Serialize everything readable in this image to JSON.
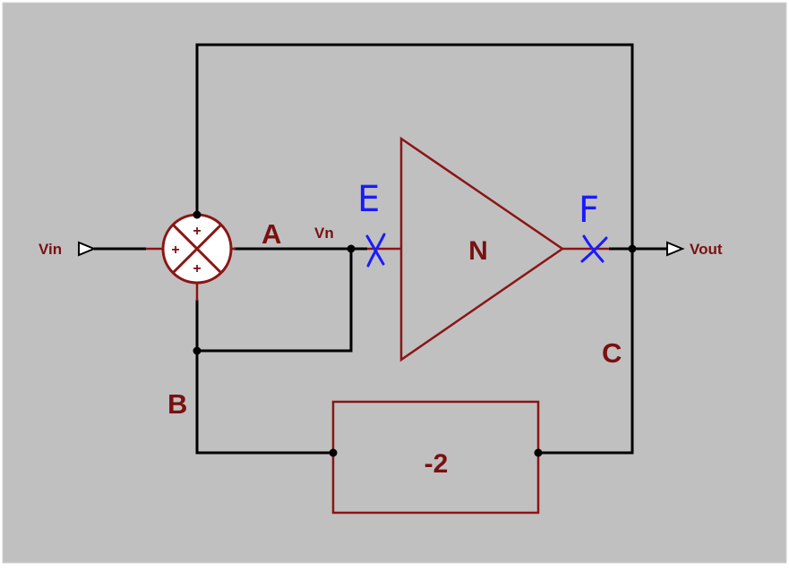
{
  "diagram": {
    "ports": {
      "input": "Vin",
      "output": "Vout"
    },
    "node_labels": {
      "a": "A",
      "b": "B",
      "c": "C",
      "vn": "Vn"
    },
    "blocks": {
      "amplifier_gain": "N",
      "feedback_gain": "-2"
    },
    "summer_signs": [
      "+",
      "+",
      "+"
    ],
    "cut_marks": [
      "E",
      "F"
    ],
    "colors": {
      "background": "#c0c0c0",
      "wire": "#000000",
      "component": "#8b1515",
      "annotation": "#1a1aff"
    }
  }
}
